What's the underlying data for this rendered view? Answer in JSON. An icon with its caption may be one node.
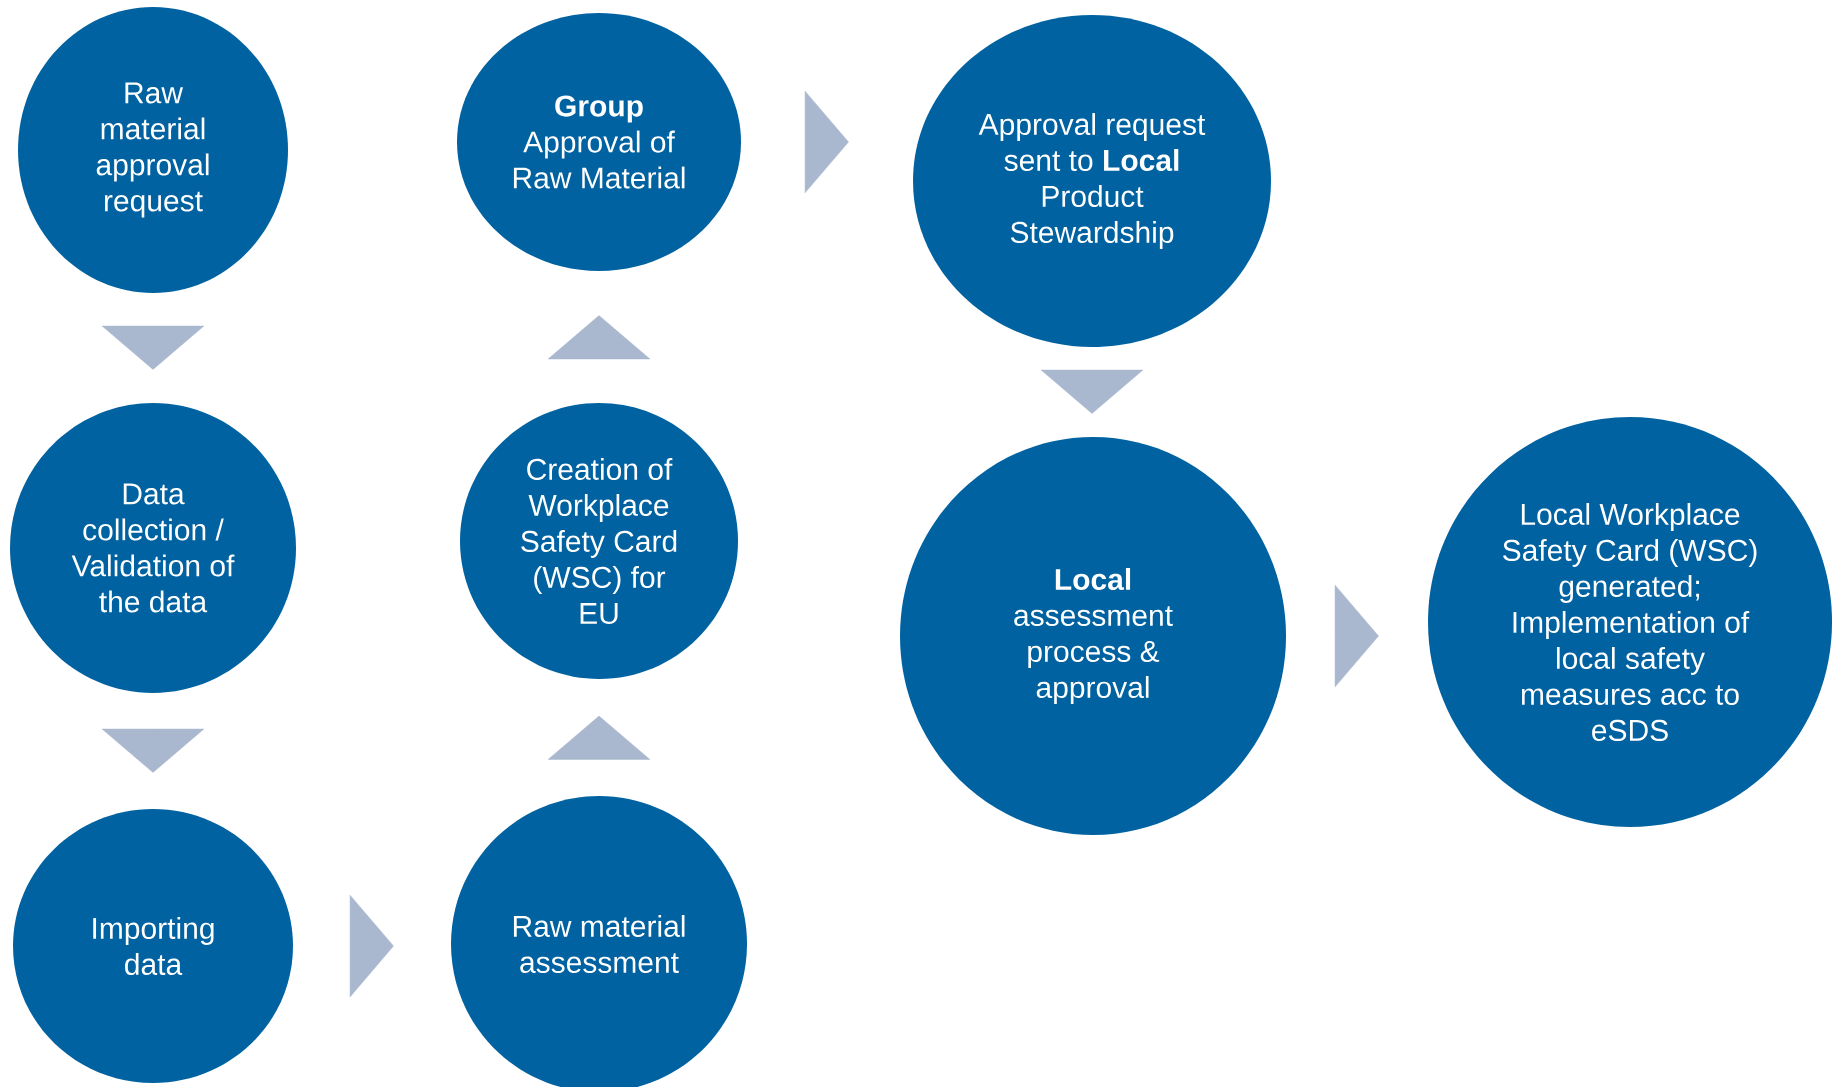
{
  "diagram": {
    "nodes": [
      {
        "text": [
          "Raw material approval request"
        ]
      },
      {
        "text": [
          "Data collection / Validation of the data"
        ]
      },
      {
        "text": [
          "Importing data"
        ]
      },
      {
        "text": [
          "Raw material assessment"
        ]
      },
      {
        "text": [
          "Creation of Workplace Safety Card (WSC) for EU"
        ]
      },
      {
        "text": [
          "**Group** Approval of Raw Material"
        ]
      },
      {
        "text": [
          "Approval request sent to **Local** Product Stewardship"
        ]
      },
      {
        "text": [
          "**Local** assessment process & approval"
        ]
      },
      {
        "text": [
          "Local Workplace Safety Card (WSC) generated; Implementation of local safety measures acc to eSDS"
        ]
      }
    ],
    "edges": [
      {
        "from": 0,
        "to": 1,
        "arrow": "to"
      },
      {
        "from": 1,
        "to": 2,
        "arrow": "to"
      },
      {
        "from": 2,
        "to": 3,
        "arrow": "to"
      },
      {
        "from": 3,
        "to": 4,
        "arrow": "to"
      },
      {
        "from": 4,
        "to": 5,
        "arrow": "to"
      },
      {
        "from": 5,
        "to": 6,
        "arrow": "to"
      },
      {
        "from": 6,
        "to": 7,
        "arrow": "to"
      },
      {
        "from": 7,
        "to": 8,
        "arrow": "to"
      }
    ]
  }
}
